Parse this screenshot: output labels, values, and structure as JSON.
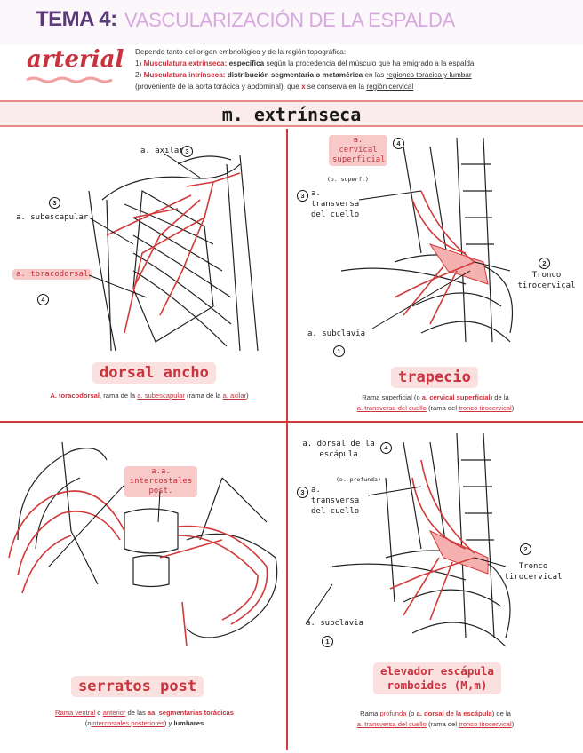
{
  "header": {
    "tema": "TEMA 4:",
    "title": "VASCULARIZACIÓN DE LA ESPALDA"
  },
  "section_label": "arterial",
  "intro": {
    "line1": "Depende tanto del origen embriológico y de la región topográfica:",
    "item1_num": "1)",
    "item1_term": "Musculatura extrínseca:",
    "item1_bold": "específica",
    "item1_rest": "según la procedencia del músculo que ha emigrado a la espalda",
    "item2_num": "2)",
    "item2_term": "Musculatura intrínseca:",
    "item2_bold": "distribución segmentaria o metamérica",
    "item2_rest_a": "en las",
    "item2_regions": "regiones torácica y lumbar",
    "line3_a": "(proveniente de la aorta torácica y abdominal), que",
    "line3_x": "x",
    "line3_b": "se conserva en la",
    "line3_region": "región cervical"
  },
  "banner_title": "m. extrínseca",
  "panels": {
    "dorsal": {
      "labels": {
        "axilar": "a. axilar",
        "axilar_num": "3",
        "subescapular": "a. subescapular",
        "subescapular_num": "3",
        "toracodorsal": "a. toracodorsal",
        "toracodorsal_num": "4"
      },
      "muscle": "dorsal ancho",
      "caption": {
        "a_bold": "A. toracodorsal",
        "b": ", rama de la",
        "c_link": "a. subescapular",
        "d": "(rama de la",
        "e_link": "a. axilar",
        "f": ")"
      }
    },
    "trapecio": {
      "labels": {
        "cervical": "a. cervical superficial",
        "cervical_num": "4",
        "o_superf": "(o. superf.)",
        "transversa": "a. transversa del cuello",
        "transversa_num": "3",
        "tronco": "Tronco tirocervical",
        "tronco_num": "2",
        "subclavia": "a. subclavia",
        "subclavia_num": "1"
      },
      "muscle": "trapecio",
      "caption": {
        "a": "Rama superficial (o",
        "b_bold": "a. cervical superficial",
        "c": ") de la",
        "d_link": "a. transversa del cuello",
        "e": "(rama del",
        "f_link": "tronco tirocervical",
        "g": ")"
      }
    },
    "serratos": {
      "labels": {
        "intercostales": "a.a. intercostales post."
      },
      "muscle": "serratos post",
      "caption": {
        "a_link": "Rama ventral",
        "b": "o",
        "c_link": "anterior",
        "d": "de las",
        "e_bold": "aa. segmentarias torácicas",
        "f": "(o",
        "g_link": "intercostales posteriores",
        "h": ") y",
        "i_bold": "lumbares"
      }
    },
    "elevador": {
      "labels": {
        "dorsal_esc": "a. dorsal de la escápula",
        "dorsal_esc_num": "4",
        "o_profunda": "(o. profunda)",
        "transversa": "a. transversa del cuello",
        "transversa_num": "3",
        "tronco": "Tronco tirocervical",
        "tronco_num": "2",
        "subclavia": "a. subclavia",
        "subclavia_num": "1"
      },
      "muscle_line1": "elevador escápula",
      "muscle_line2": "romboides (M,m)",
      "caption": {
        "a": "Rama",
        "b_link": "profunda",
        "c": "(o",
        "d_bold": "a. dorsal de la escápula",
        "e": ") de la",
        "f_link": "a. transversa del cuello",
        "g": "(rama del",
        "h_link": "tronco tirocervical",
        "i": ")"
      }
    }
  }
}
